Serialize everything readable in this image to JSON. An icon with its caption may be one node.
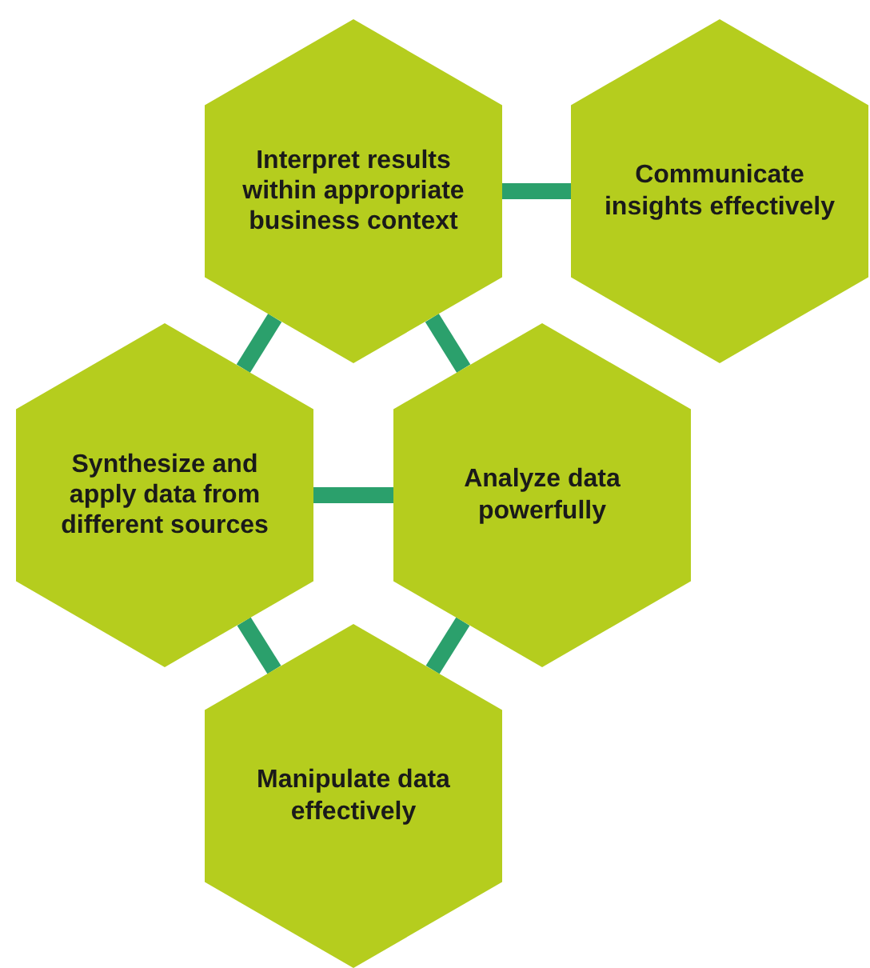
{
  "diagram": {
    "nodes": [
      {
        "text": [
          "Interpret results within appropriate business context"
        ]
      },
      {
        "text": [
          "Communicate insights effectively"
        ]
      },
      {
        "text": [
          "Synthesize and apply data from different sources"
        ]
      },
      {
        "text": [
          "Analyze data powerfully"
        ]
      },
      {
        "text": [
          "Manipulate data effectively"
        ]
      }
    ],
    "edges": [
      {
        "from": 0,
        "to": 1,
        "arrow": "none"
      },
      {
        "from": 0,
        "to": 2,
        "arrow": "none"
      },
      {
        "from": 0,
        "to": 3,
        "arrow": "none"
      },
      {
        "from": 2,
        "to": 3,
        "arrow": "none"
      },
      {
        "from": 2,
        "to": 4,
        "arrow": "none"
      },
      {
        "from": 3,
        "to": 4,
        "arrow": "none"
      }
    ]
  }
}
